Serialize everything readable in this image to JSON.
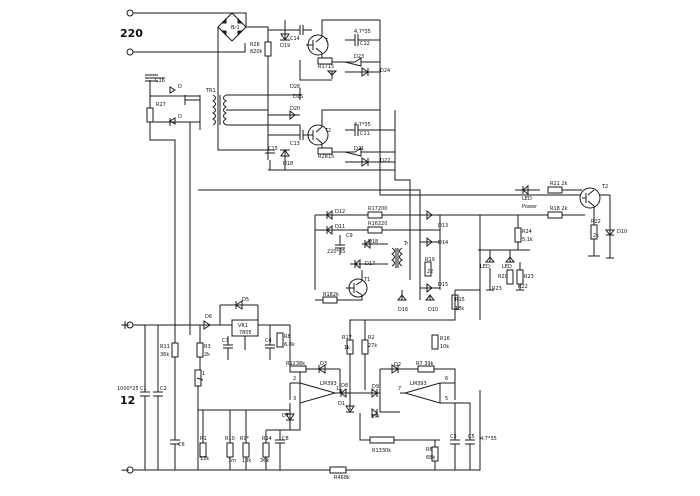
{
  "supply": {
    "ac_label": "220",
    "dc_label": "12",
    "plus": "+",
    "minus": "−"
  },
  "bridge": {
    "ref": "Br1"
  },
  "transformer": {
    "ref": "TR1",
    "diode_a": "D",
    "diode_b": "D"
  },
  "inverter": {
    "r26": "R26",
    "r26_val": "820k",
    "d18": "D18",
    "d19": "D19",
    "d20": "D20",
    "c14": "C14",
    "c15": "C15",
    "c13": "C13",
    "c16": "C16",
    "r27": "R27",
    "q1": "T",
    "q2": "T2",
    "r17": "R1715",
    "r28": "R2815",
    "c12_val": "4,7*35",
    "c12": "C12",
    "c11_val": "4,7*35",
    "c11": "C11",
    "d23": "D23",
    "d24": "D24",
    "d21": "D21",
    "d22": "D22",
    "d25": "D25",
    "d26": "D26"
  },
  "control": {
    "d12": "D12",
    "d11": "D11",
    "d13": "D13",
    "d14": "D14",
    "d15": "D15",
    "d16": "D16",
    "d17": "D17",
    "d18b": "D18",
    "r17b": "R17200",
    "r16": "R16220",
    "c9": "C9",
    "c9_val": "220*35",
    "tr": "Tr",
    "t1": "T1",
    "r18": "R182k",
    "r19": "R19",
    "r19_val": "22",
    "d10": "D10",
    "r15": "R15",
    "r15_val": "18k",
    "r16b": "R16",
    "r16b_val": "10k"
  },
  "indicator": {
    "r21": "R21 2k",
    "r18i": "R18 2k",
    "led_power": "LED",
    "led_power2": "Power",
    "t2": "T2",
    "r24": "R24",
    "r24_val": "5,1k",
    "r22": "R22",
    "r22_val": "2k",
    "d10i": "D10",
    "led_a": "LED",
    "led_b": "LED",
    "r20": "R20",
    "r23": "R23",
    "r23b": "R23",
    "r22b": "R22"
  },
  "regulator": {
    "d5": "D5",
    "d6": "D6",
    "vr1": "VR1",
    "vr1_part": "7805",
    "c7": "C7",
    "c4": "C4",
    "r8": "R8",
    "r8_val": "6,8k",
    "r3": "R3",
    "r3_val": "2k",
    "r11": "R11",
    "r11_val": "36k",
    "c1": "1000*25 C1",
    "c2": "C2",
    "c3": "C3",
    "c6": "C6",
    "c8": "C8",
    "r1": "R1",
    "r1_val": "12k",
    "r10": "R10",
    "r10_val": "1m",
    "r9": "R9*",
    "r9_val": "18k",
    "r14": "R14",
    "r14_val": "36k",
    "pot": "1"
  },
  "comparators": {
    "r12": "R1238k",
    "d3": "D3",
    "d7": "D7",
    "lm1": "LM393",
    "d8": "D8",
    "d1": "D1",
    "r17c": "R17",
    "r17c_val": "1k",
    "r2": "R2",
    "r2_val": "27k",
    "d9": "D9",
    "d2": "D2",
    "r7": "R7 39k",
    "lm2": "LM393",
    "d4": "D4",
    "r13": "R1330k",
    "r6": "R6",
    "r6_val": "68k",
    "c3b": "C3",
    "c5": "C5",
    "c5_val": "4,7*35",
    "r4": "R468k",
    "pin2": "2",
    "pin3": "3",
    "pin1": "1",
    "pin6": "6",
    "pin5": "5",
    "pin7": "7"
  }
}
